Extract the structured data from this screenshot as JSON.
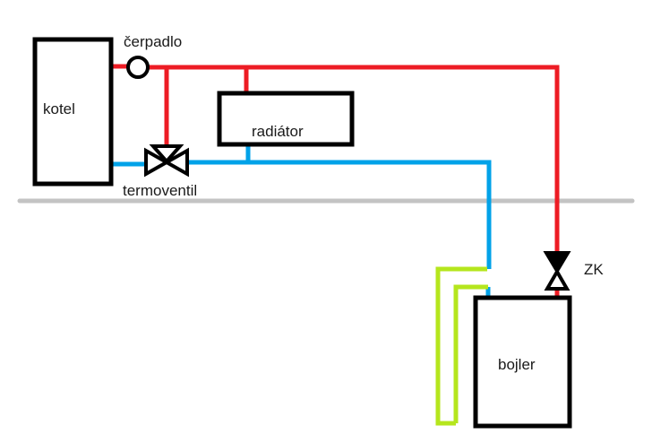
{
  "diagram": {
    "type": "heating-schematic",
    "colors": {
      "hot_pipe": "#ed1c24",
      "cold_pipe": "#00a2e8",
      "dhw_pipe": "#b5e61d",
      "outline": "#000000",
      "floor_line": "#c3c3c3"
    },
    "components": {
      "boiler": {
        "label": "kotel"
      },
      "pump": {
        "label": "čerpadlo"
      },
      "radiator": {
        "label": "radiátor"
      },
      "thermo_valve": {
        "label": "termoventil"
      },
      "check_valve": {
        "label": "ZK"
      },
      "water_heater": {
        "label": "bojler"
      }
    }
  }
}
